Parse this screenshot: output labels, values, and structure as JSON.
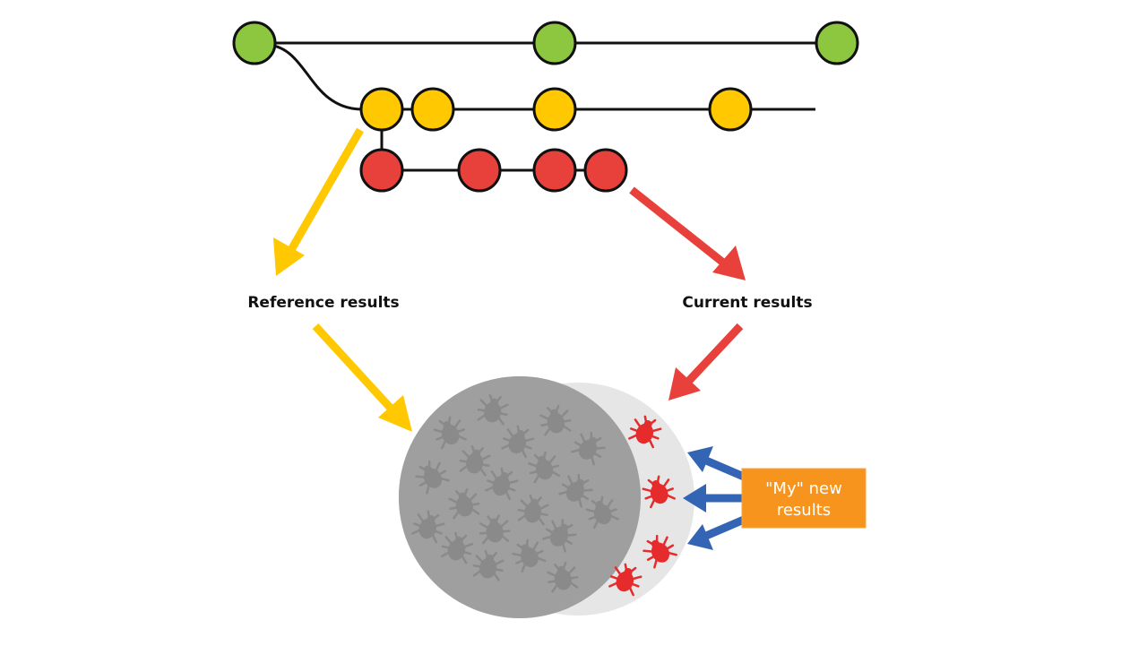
{
  "labels": {
    "reference": "Reference results",
    "current": "Current results",
    "my_new_line1": "\"My\" new",
    "my_new_line2": "results"
  },
  "colors": {
    "green": "#8dc63f",
    "yellow": "#ffc800",
    "red": "#e8413c",
    "blue": "#3465b5",
    "orange": "#f7941d",
    "gray_dark": "#a3a3a3",
    "gray_light": "#e6e6e6",
    "bug_gray": "#8a8a8a",
    "bug_red": "#e52b2b"
  },
  "branches": {
    "green_commits": 3,
    "yellow_commits": 4,
    "red_commits": 4
  }
}
